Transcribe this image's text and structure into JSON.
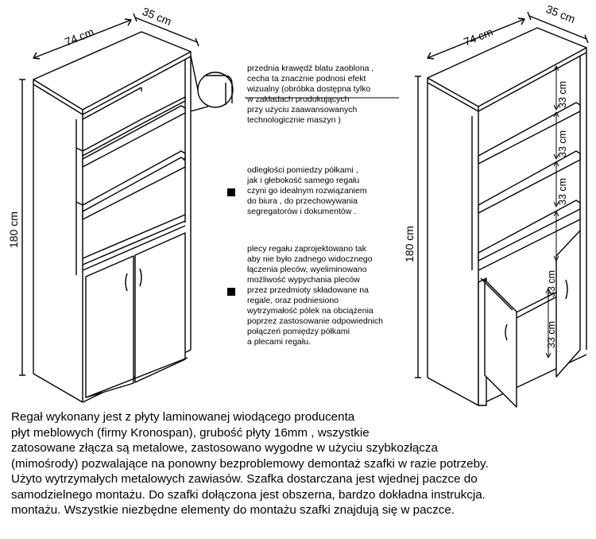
{
  "left_diagram": {
    "width_label": "74 cm",
    "depth_label": "35 cm",
    "height_label": "180 cm"
  },
  "right_diagram": {
    "width_label": "74 cm",
    "depth_label": "35 cm",
    "height_label": "180 cm",
    "shelf_spacing_labels": [
      "33 cm",
      "33 cm",
      "33 cm",
      "33 cm",
      "33 cm"
    ]
  },
  "notes": {
    "edge": [
      "przednia krawędź blatu zaoblona ,",
      "cecha ta  znacznie podnosi efekt",
      "wizualny (obróbka dostępna tylko",
      "w zakładach produkujących",
      "przy użyciu zaawansowanych",
      "technologicznie maszyn )"
    ],
    "shelves": [
      "odległości  pomiedzy półkami ,",
      "jak i głebokość samego regału",
      "czyni go idealnym rozwiązaniem",
      "do biura , do przechowywania",
      "segregatorów i dokumentów ."
    ],
    "back": [
      "plecy regału zaprojektowano tak",
      "aby nie było zadnego widocznego",
      "łączenia pleców, wyeliminowano",
      "możliwość wypychania pleców",
      "przez przedmioty składowane na",
      "regale, oraz podniesiono",
      "wytrzymałość pólek na obciążenia",
      "poprzez zastosowanie odpowiednich",
      "połączeń pomiędzy półkami",
      "a plecami regału."
    ]
  },
  "description": [
    "Regał wykonany jest z płyty laminowanej wiodącego producenta",
    "płyt meblowych (firmy Kronospan), grubość płyty 16mm , wszystkie",
    "zatosowane złącza są metalowe, zastosowano wygodne w użyciu szybkozłącza",
    "(mimośrody) pozwalające na ponowny bezproblemowy demontaż szafki w razie potrzeby.",
    "Użyto wytrzymałych metalowych zawiasów. Szafka dostarczana jest wjednej paczce do",
    "samodzielnego montażu. Do szafki dołączona jest obszerna, bardzo dokładna instrukcja.",
    "montażu.  Wszystkie niezbędne elementy do montażu szafki znajdują się w paczce."
  ]
}
